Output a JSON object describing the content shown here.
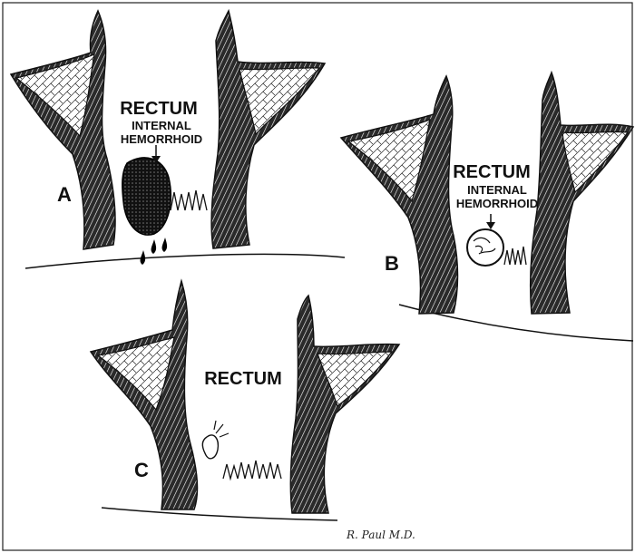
{
  "panels": [
    {
      "letter": "A",
      "title": "RECTUM",
      "subtitle_line1": "INTERNAL",
      "subtitle_line2": "HEMORRHOID"
    },
    {
      "letter": "B",
      "title": "RECTUM",
      "subtitle_line1": "INTERNAL",
      "subtitle_line2": "HEMORRHOID"
    },
    {
      "letter": "C",
      "title": "RECTUM"
    }
  ],
  "signature": "R. Paul M.D.",
  "colors": {
    "ink": "#111111",
    "background": "#ffffff",
    "frame": "#222222"
  }
}
